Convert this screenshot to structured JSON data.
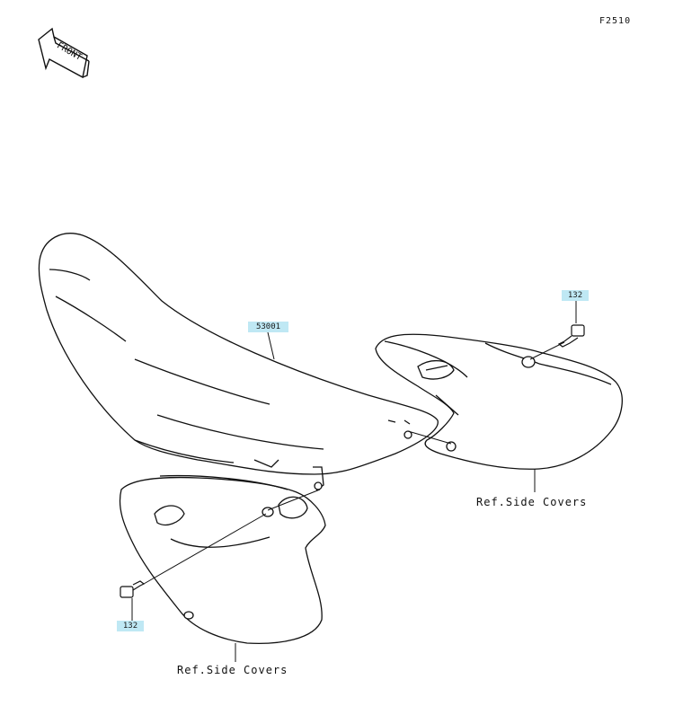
{
  "figure_code": "F2510",
  "front_indicator": {
    "label": "FRONT"
  },
  "parts": {
    "seat": {
      "number": "53001"
    },
    "bolt_right": {
      "number": "132"
    },
    "bolt_left": {
      "number": "132"
    }
  },
  "references": {
    "right_side_cover": "Ref.Side Covers",
    "left_side_cover": "Ref.Side Covers"
  },
  "colors": {
    "callout_bg": "#bfe8f4",
    "line": "#111111"
  }
}
